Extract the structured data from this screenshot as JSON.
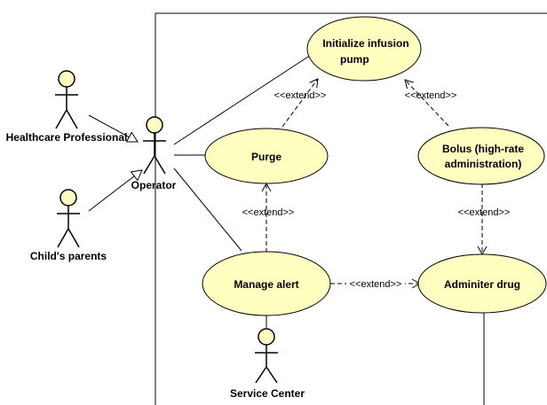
{
  "colors": {
    "use_case_fill": "#FFFFC0",
    "stroke": "#000000",
    "background": "#FFFFFF"
  },
  "use_cases": {
    "initialize_pump": {
      "lines": [
        "Initialize infusion",
        "pump"
      ]
    },
    "purge": {
      "lines": [
        "Purge"
      ]
    },
    "bolus": {
      "lines": [
        "Bolus (high-rate",
        "administration)"
      ]
    },
    "manage_alert": {
      "lines": [
        "Manage alert"
      ]
    },
    "administer_drug": {
      "lines": [
        "Adminiter drug"
      ]
    }
  },
  "actors": {
    "healthcare_professional": {
      "label": "Healthcare Professional"
    },
    "childs_parents": {
      "label": "Child's parents"
    },
    "operator": {
      "label": "Operator"
    },
    "service_center": {
      "label": "Service Center"
    }
  },
  "relations": {
    "extend_label": "<<extend>>"
  }
}
